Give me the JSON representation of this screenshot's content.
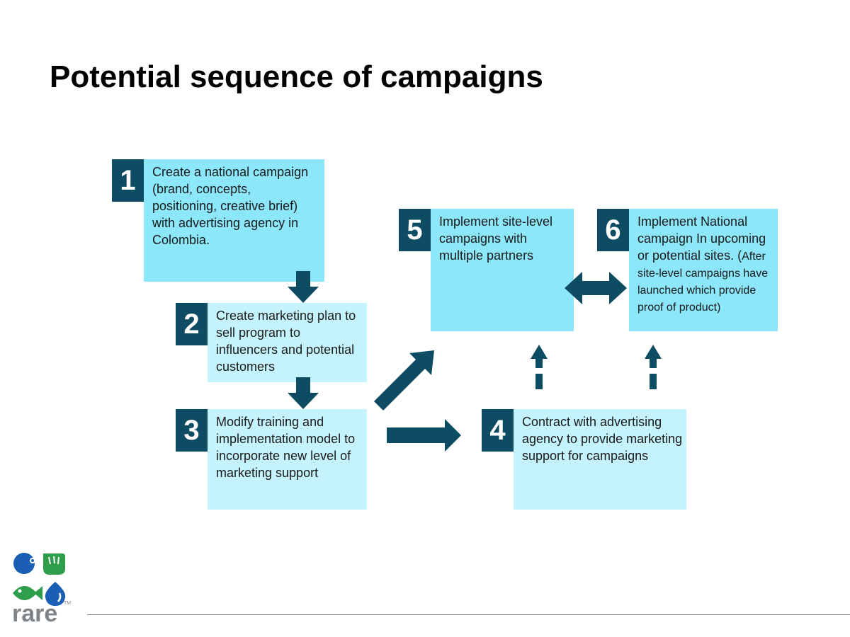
{
  "slide": {
    "title": "Potential sequence of campaigns"
  },
  "steps": [
    {
      "number": "1",
      "text": "Create a national campaign (brand, concepts, positioning, creative brief) with advertising agency in Colombia.",
      "color": "#8de7fb"
    },
    {
      "number": "2",
      "text": "Create marketing plan to sell program to influencers and potential customers",
      "color": "#c4f3fd"
    },
    {
      "number": "3",
      "text": "Modify training and implementation model to incorporate new level of marketing support",
      "color": "#c4f3fd"
    },
    {
      "number": "4",
      "text": "Contract with advertising agency to provide marketing support for campaigns",
      "color": "#c4f3fd"
    },
    {
      "number": "5",
      "text": "Implement site-level campaigns with multiple partners",
      "color": "#8de7fb"
    },
    {
      "number": "6",
      "text_main": "Implement National campaign In upcoming or potential sites. (",
      "text_small": "After site-level campaigns have launched which provide proof of product)",
      "color": "#8de7fb"
    }
  ],
  "colors": {
    "badge": "#0e4c63",
    "arrow": "#0e4c63",
    "footer_gray": "#7f8489"
  },
  "logo": {
    "word": "rare",
    "tm": "TM"
  }
}
